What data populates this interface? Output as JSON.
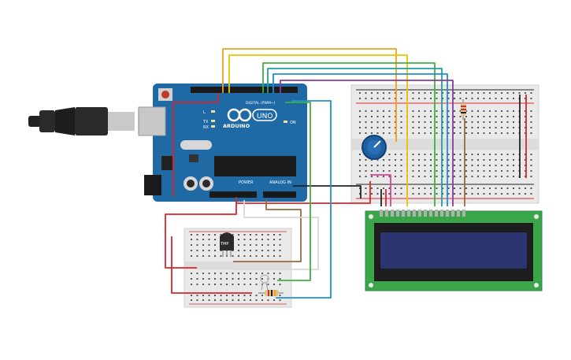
{
  "arduino": {
    "brand": "ARDUINO",
    "model": "UNO",
    "on_label": "ON",
    "tx_label": "TX",
    "rx_label": "RX",
    "l_label": "L",
    "digital_label": "DIGITAL (PWM~)",
    "power_label": "POWER",
    "analog_label": "ANALOG IN",
    "board_color": "#1f6aa5"
  },
  "sensor": {
    "label": "TMP"
  },
  "colors": {
    "wire_red": "#d9262a",
    "wire_black": "#222222",
    "wire_orange": "#f0a020",
    "wire_yellow": "#e8c400",
    "wire_green": "#40b040",
    "wire_teal": "#20a0a0",
    "wire_blue": "#2090d0",
    "wire_purple": "#8a3aa0",
    "wire_brown": "#9a6a3a",
    "wire_white": "#d8d8d8",
    "wire_pink": "#e0409a",
    "lcd_pcb": "#3aa64a",
    "lcd_screen": "#2a3570",
    "breadboard": "#e9e9e9"
  },
  "icons": [
    "usb-cable-icon",
    "potentiometer-icon",
    "resistor-icon",
    "tmp-sensor-icon"
  ]
}
